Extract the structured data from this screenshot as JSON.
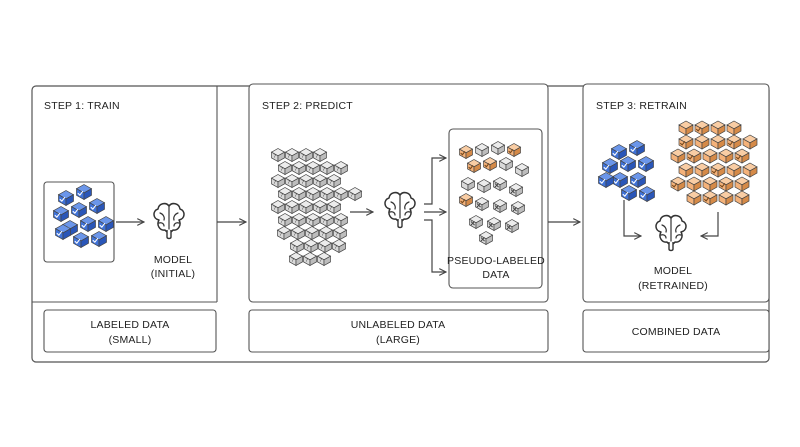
{
  "steps": [
    {
      "title": "STEP 1: TRAIN",
      "model_line1": "MODEL",
      "model_line2": "(INITIAL)",
      "footer_line1": "LABELED DATA",
      "footer_line2": "(SMALL)"
    },
    {
      "title": "STEP 2: PREDICT",
      "output_line1": "PSEUDO-LABELED",
      "output_line2": "DATA",
      "footer_line1": "UNLABELED DATA",
      "footer_line2": "(LARGE)"
    },
    {
      "title": "STEP 3: RETRAIN",
      "model_line1": "MODEL",
      "model_line2": "(RETRAINED)",
      "footer_line1": "COMBINED DATA"
    }
  ],
  "colors": {
    "labeled": "#3f72d8",
    "labeled_dark": "#2a56b8",
    "unlabeled": "#d9d9d9",
    "unlabeled_dark": "#9a9a9a",
    "pseudo": "#f4b27a",
    "pseudo_dark": "#d58a48",
    "stroke": "#444444"
  },
  "icons": {
    "brain": "brain-icon",
    "labeled_cube": "checkmark-cube-icon",
    "unlabeled_cube": "question-cube-icon",
    "rejected_cube": "x-cube-icon",
    "pseudo_cube": "checkmark-cube-icon"
  }
}
